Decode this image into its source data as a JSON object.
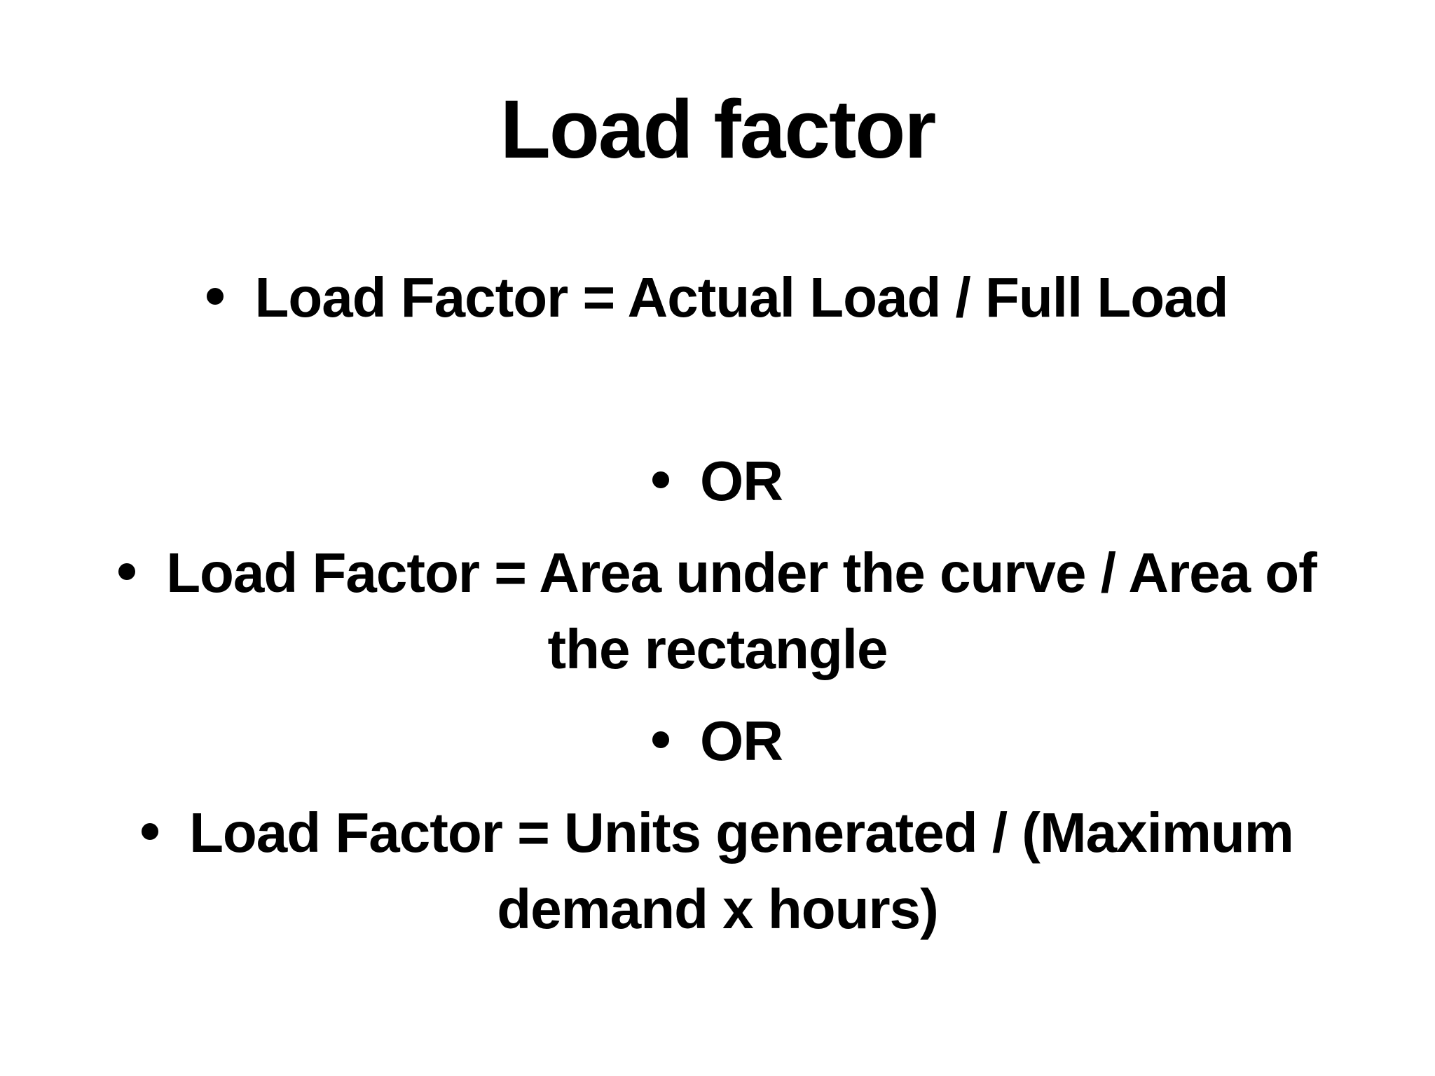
{
  "slide": {
    "title": "Load factor",
    "bullets": [
      {
        "lines": [
          "Load Factor = Actual Load / Full Load"
        ]
      },
      {
        "lines": [
          "OR"
        ]
      },
      {
        "lines": [
          "Load Factor = Area under the curve / Area of",
          "the rectangle"
        ]
      },
      {
        "lines": [
          "OR"
        ]
      },
      {
        "lines": [
          "Load Factor = Units generated / (Maximum",
          "demand x hours)"
        ]
      }
    ],
    "colors": {
      "background": "#ffffff",
      "text": "#000000"
    }
  }
}
